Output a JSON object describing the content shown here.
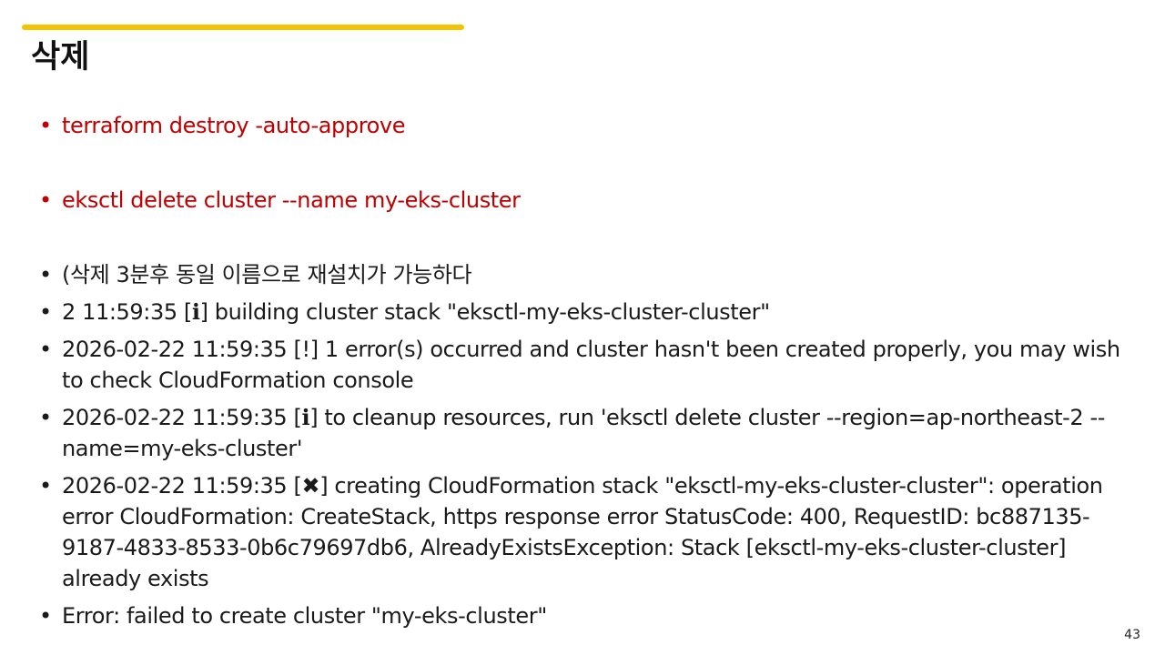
{
  "slide": {
    "title": "삭제",
    "page_number": "43",
    "accent_color": "#f5c400",
    "command_color": "#c00000"
  },
  "bullets": [
    {
      "text": "terraform destroy -auto-approve",
      "style": "command"
    },
    {
      "text": "eksctl delete cluster --name my-eks-cluster",
      "style": "command"
    },
    {
      "text": "(삭제 3분후 동일 이름으로 재설치가 가능하다",
      "style": "normal"
    },
    {
      "text": "2 11:59:35 [ℹ]  building cluster stack \"eksctl-my-eks-cluster-cluster\"",
      "style": "normal"
    },
    {
      "text": "2026-02-22 11:59:35 [!]  1 error(s) occurred and cluster hasn't been created properly, you may wish to check CloudFormation console",
      "style": "normal"
    },
    {
      "text": "2026-02-22 11:59:35 [ℹ]  to cleanup resources, run 'eksctl delete cluster --region=ap-northeast-2 --name=my-eks-cluster'",
      "style": "normal"
    },
    {
      "text": "2026-02-22 11:59:35 [✖]  creating CloudFormation stack \"eksctl-my-eks-cluster-cluster\": operation error CloudFormation: CreateStack, https response error StatusCode: 400, RequestID: bc887135-9187-4833-8533-0b6c79697db6, AlreadyExistsException: Stack [eksctl-my-eks-cluster-cluster] already exists",
      "style": "normal"
    },
    {
      "text": "Error: failed to create cluster \"my-eks-cluster\"",
      "style": "normal"
    }
  ]
}
